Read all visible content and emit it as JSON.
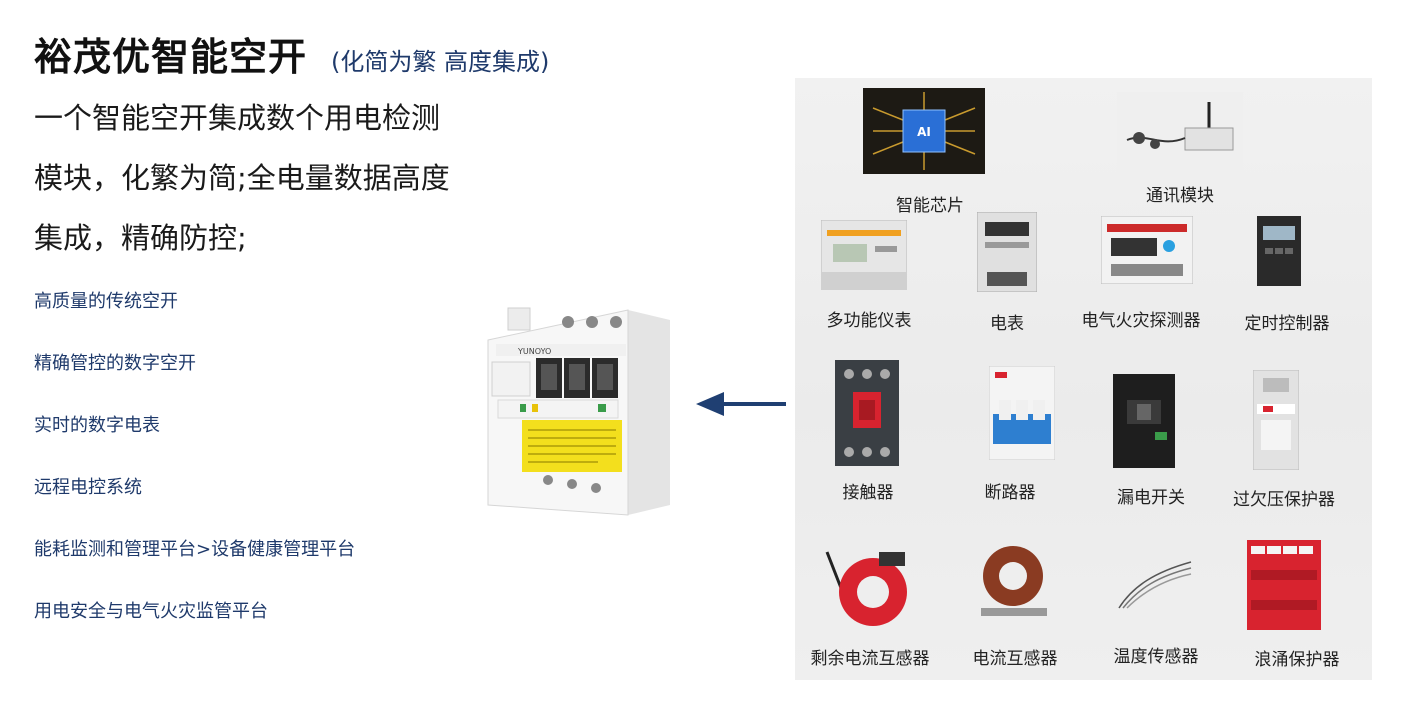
{
  "header": {
    "title": "裕茂优智能空开",
    "subtitle": "(化简为繁 高度集成)"
  },
  "intro": {
    "lines": [
      "一个智能空开集成数个用电检测",
      "模块，化繁为简;全电量数据高度",
      "集成，精确防控;"
    ]
  },
  "features": [
    "高质量的传统空开",
    "精确管控的数字空开",
    "实时的数字电表",
    "远程电控系统",
    "能耗监测和管理平台>设备健康管理平台",
    "用电安全与电气火灾监管平台"
  ],
  "product": {
    "brand": "YUNOYO",
    "chip_text": "AI"
  },
  "devices": {
    "chip": "智能芯片",
    "comm": "通讯模块",
    "multimeter": "多功能仪表",
    "meter": "电表",
    "fire_detector": "电气火灾探测器",
    "timer": "定时控制器",
    "contactor": "接触器",
    "circuit_breaker": "断路器",
    "leakage_switch": "漏电开关",
    "voltage_protector": "过欠压保护器",
    "residual_ct": "剩余电流互感器",
    "ct": "电流互感器",
    "temp_sensor": "温度传感器",
    "surge_protector": "浪涌保护器"
  },
  "colors": {
    "title": "#111111",
    "accent_blue": "#1f3a6b",
    "arrow": "#1f3f72",
    "device_red": "#d8232f",
    "device_blue": "#2e7fd0"
  },
  "icons": {
    "arrow": "arrow-left-icon"
  }
}
